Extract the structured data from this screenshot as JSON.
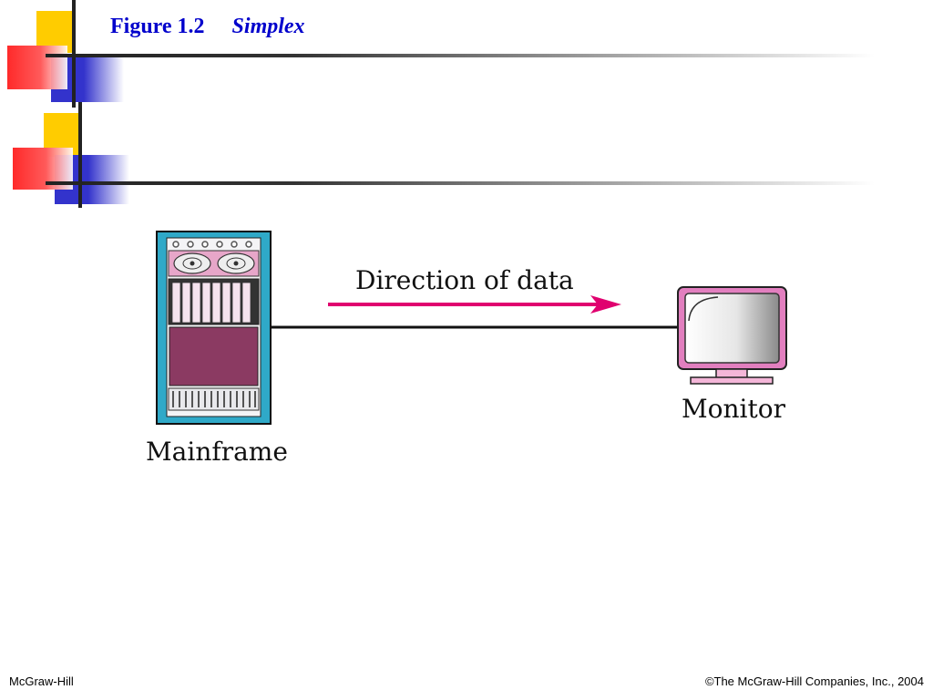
{
  "slide": {
    "figure_number": "Figure 1.2",
    "figure_title": "Simplex"
  },
  "diagram": {
    "sender_label": "Mainframe",
    "receiver_label": "Monitor",
    "arrow_label": "Direction of data",
    "colors": {
      "arrow": "#e0006f",
      "frame": "#2fa9c8",
      "panel": "#8b3a62",
      "monitor_frame": "#e27fbf"
    }
  },
  "footer": {
    "left": "McGraw-Hill",
    "right": "©The McGraw-Hill Companies, Inc., 2004"
  }
}
